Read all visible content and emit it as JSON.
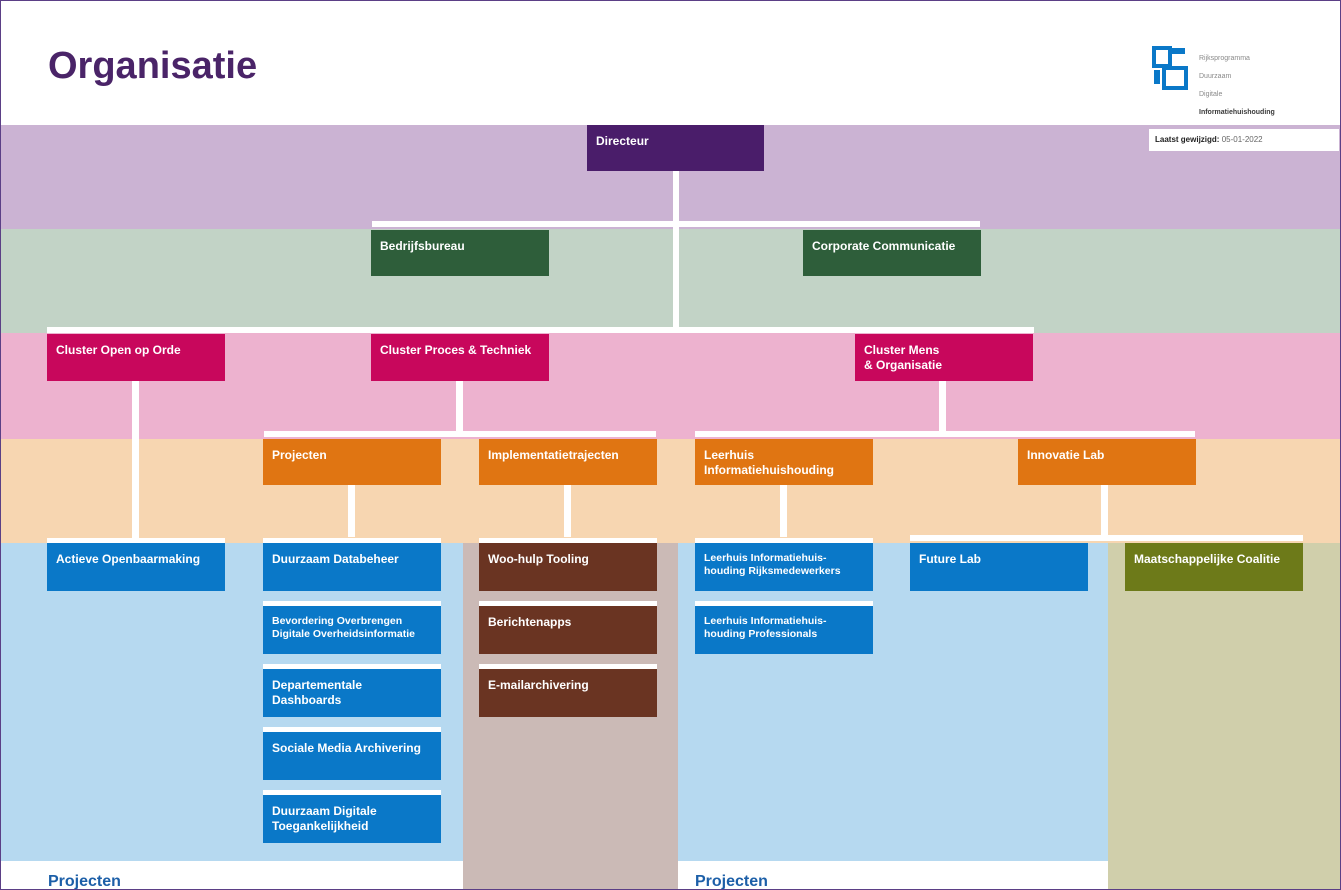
{
  "header": {
    "title": "Organisatie",
    "logo_lines": [
      "Rijksprogramma",
      "Duurzaam",
      "Digitale",
      "Informatiehuishouding"
    ],
    "last_modified_label": "Laatst gewijzigd:",
    "last_modified_date": "05-01-2022"
  },
  "nodes": {
    "directeur": "Directeur",
    "bedrijfsbureau": "Bedrijfsbureau",
    "corporate_communicatie": "Corporate Communicatie",
    "cluster_open_op_orde": "Cluster Open op Orde",
    "cluster_proces_techniek": "Cluster Proces & Techniek",
    "cluster_mens_organisatie": "Cluster Mens\n& Organisatie",
    "projecten": "Projecten",
    "implementatietrajecten": "Implementatietrajecten",
    "leerhuis": "Leerhuis\nInformatiehuishouding",
    "innovatie_lab": "Innovatie Lab",
    "actieve_openbaarmaking": "Actieve Openbaarmaking",
    "duurzaam_databeheer": "Duurzaam Databeheer",
    "bevordering": "Bevordering Overbrengen\nDigitale Overheidsinformatie",
    "departementale_dashboards": "Departementale\nDashboards",
    "sociale_media": "Sociale Media Archivering",
    "duurzaam_digitale": "Duurzaam Digitale\nToegankelijkheid",
    "woo_hulp": "Woo-hulp Tooling",
    "berichtenapps": "Berichtenapps",
    "e_mailarchivering": "E-mailarchivering",
    "leerhuis_rijks": "Leerhuis Informatiehuis-\nhouding Rijksmedewerkers",
    "leerhuis_prof": "Leerhuis Informatiehuis-\nhouding Professionals",
    "future_lab": "Future Lab",
    "maatschappelijke_coalitie": "Maatschappelijke Coalitie"
  },
  "footer": {
    "left_label": "Projecten",
    "right_label": "Projecten"
  },
  "colors": {
    "directeur": "#4a1d6a",
    "staff": "#2e5e3a",
    "cluster": "#c8075c",
    "unit": "#e07512",
    "project": "#0a78c8",
    "implementation": "#6a3422",
    "coalition": "#6d7a19",
    "title": "#4a2468"
  }
}
